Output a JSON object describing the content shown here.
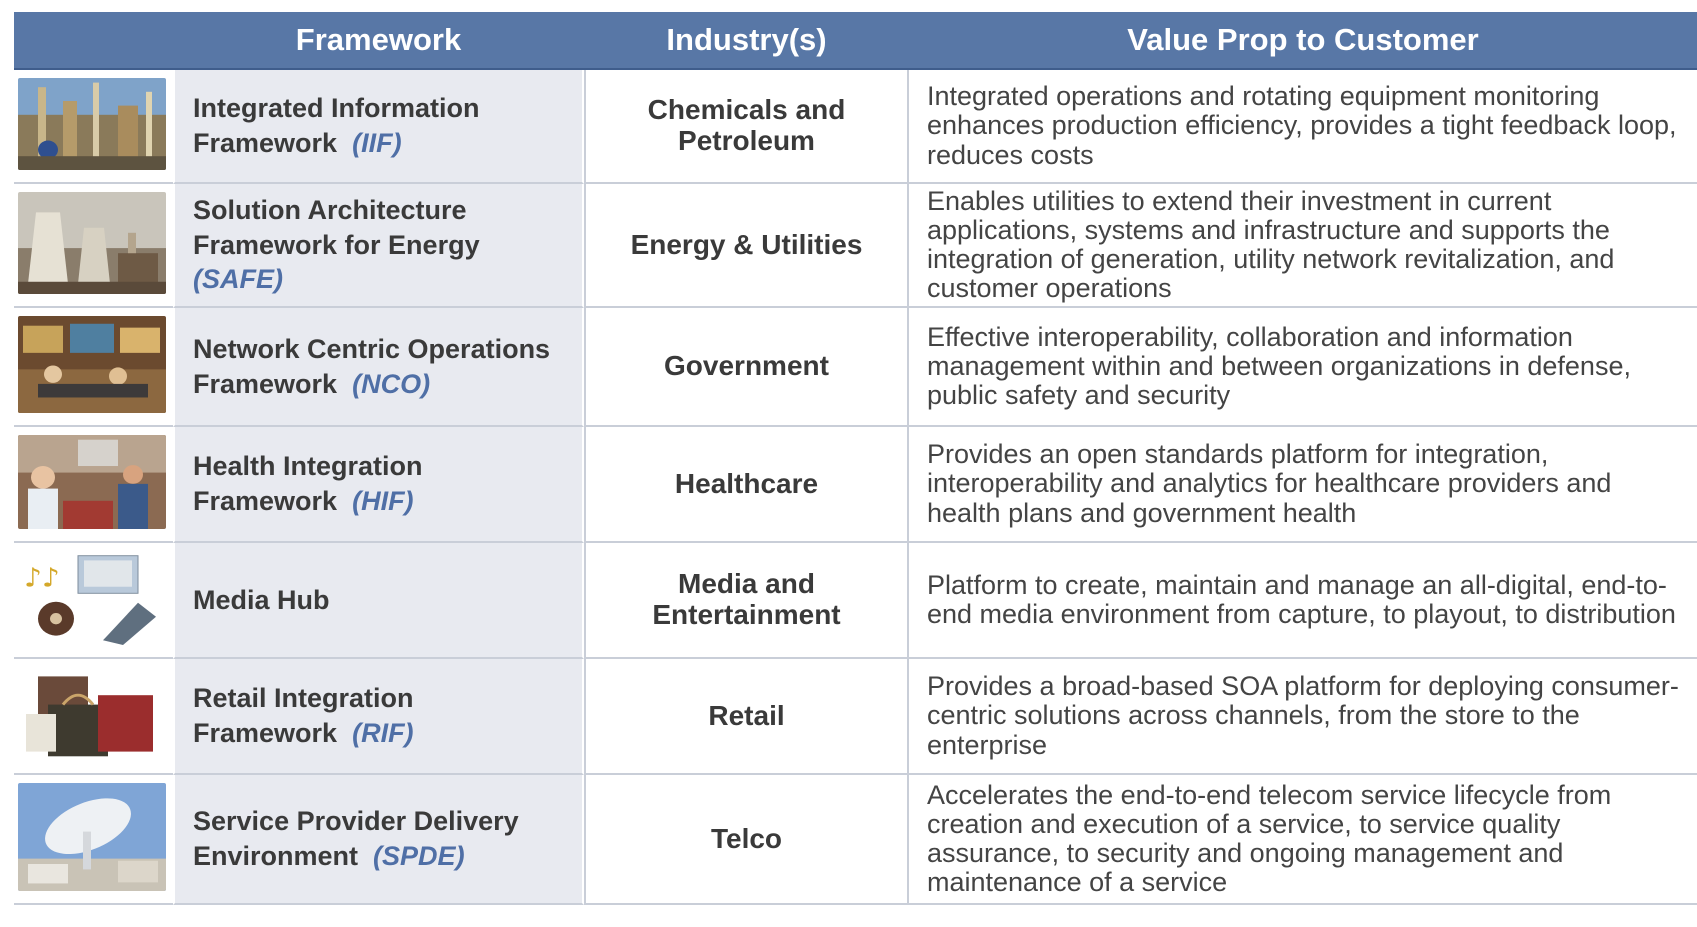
{
  "header": {
    "framework": "Framework",
    "industry": "Industry(s)",
    "value_prop": "Value Prop to Customer"
  },
  "rows": [
    {
      "image_icon": "refinery-photo-icon",
      "framework_name": "Integrated Information Framework",
      "abbr": "(IIF)",
      "industry": "Chemicals and Petroleum",
      "value_prop": "Integrated operations and rotating equipment monitoring enhances production efficiency, provides a tight feedback loop, reduces costs"
    },
    {
      "image_icon": "power-plant-photo-icon",
      "framework_name": "Solution Architecture Framework for Energy",
      "abbr": "(SAFE)",
      "industry": "Energy & Utilities",
      "value_prop": "Enables utilities to extend their investment in current applications, systems and infrastructure and supports the integration of generation, utility network revitalization, and customer operations"
    },
    {
      "image_icon": "control-room-photo-icon",
      "framework_name": "Network Centric Operations Framework",
      "abbr": "(NCO)",
      "industry": "Government",
      "value_prop": "Effective interoperability, collaboration and information management within and between organizations in defense, public safety and security"
    },
    {
      "image_icon": "hospital-photo-icon",
      "framework_name": "Health Integration Framework",
      "abbr": "(HIF)",
      "industry": "Healthcare",
      "value_prop": "Provides an open standards platform for integration, interoperability and analytics for healthcare providers and health plans and government health"
    },
    {
      "image_icon": "media-collage-icon",
      "framework_name": "Media Hub",
      "abbr": "",
      "industry": "Media and Entertainment",
      "value_prop": "Platform to create, maintain and manage an all-digital, end-to-end media environment from capture, to playout, to distribution"
    },
    {
      "image_icon": "shopping-bags-photo-icon",
      "framework_name": "Retail Integration Framework",
      "abbr": "(RIF)",
      "industry": "Retail",
      "value_prop": "Provides a broad-based SOA platform for deploying consumer-centric solutions across channels, from the store to the enterprise"
    },
    {
      "image_icon": "satellite-dish-photo-icon",
      "framework_name": "Service Provider Delivery Environment",
      "abbr": "(SPDE)",
      "industry": "Telco",
      "value_prop": "Accelerates the end-to-end telecom service lifecycle from creation and execution of a service, to service quality assurance, to security and ongoing management and maintenance of a service"
    }
  ],
  "colors": {
    "header_bg": "#5877a6",
    "framework_bg": "#e8eaf0",
    "abbr_color": "#4f6fa6",
    "text_color": "#3a3a3a"
  }
}
